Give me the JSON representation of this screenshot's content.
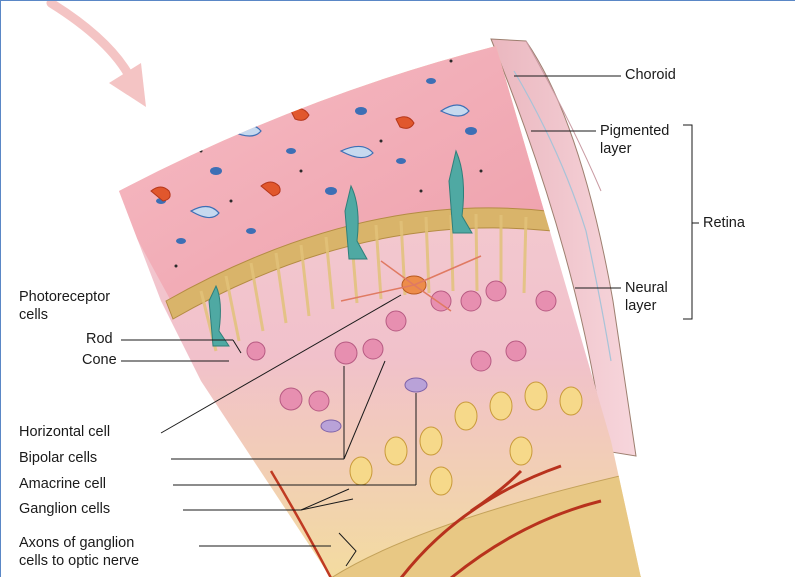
{
  "labels": {
    "choroid": "Choroid",
    "pigmented_line1": "Pigmented",
    "pigmented_line2": "layer",
    "retina": "Retina",
    "neural_line1": "Neural",
    "neural_line2": "layer",
    "photoreceptor_line1": "Photoreceptor",
    "photoreceptor_line2": "cells",
    "rod": "Rod",
    "cone": "Cone",
    "horizontal": "Horizontal cell",
    "bipolar": "Bipolar cells",
    "amacrine": "Amacrine cell",
    "ganglion": "Ganglion cells",
    "axons_line1": "Axons of ganglion",
    "axons_line2": "cells to optic nerve"
  },
  "colors": {
    "choroid": "#f2aab4",
    "pigment": "#d9b46a",
    "neural": "#f3c6cc",
    "ganglion_layer": "#f2dc9c",
    "vessel": "#b8321d",
    "light_arrow": "#f4c4c4",
    "frame": "#5a87c6"
  }
}
